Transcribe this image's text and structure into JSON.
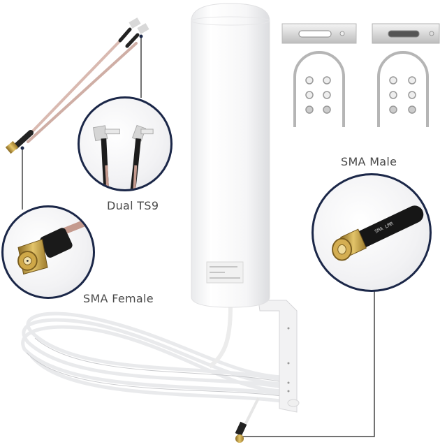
{
  "image": {
    "subject": "Outdoor omnidirectional antenna kit with mounting bracket, cable and adapters",
    "background_color": "#ffffff",
    "callout_border_color": "#1b2748",
    "leader_line_color": "#444444"
  },
  "labels": {
    "dual_ts9": "Dual TS9",
    "sma_male": "SMA Male",
    "sma_female": "SMA Female"
  },
  "callouts": [
    {
      "id": "dual-ts9",
      "label_ref": "labels.dual_ts9",
      "content": "two right-angle TS9 connectors on pink cables"
    },
    {
      "id": "sma-female",
      "label_ref": "labels.sma_female",
      "content": "gold SMA female bulkhead connector with black sleeve"
    },
    {
      "id": "sma-male",
      "label_ref": "labels.sma_male",
      "content": "gold SMA male connector with black sleeve"
    }
  ],
  "objects": {
    "antenna": "white cylindrical antenna radome with small sticker label",
    "bracket": "white L-shaped wall mounting bracket",
    "cable": "coiled white coaxial cable",
    "u_bolts": 2,
    "mount_plates": 2,
    "nuts_per_set": 6,
    "adapter_cable": "Y-split pigtail cable, SMA female to dual TS9"
  }
}
